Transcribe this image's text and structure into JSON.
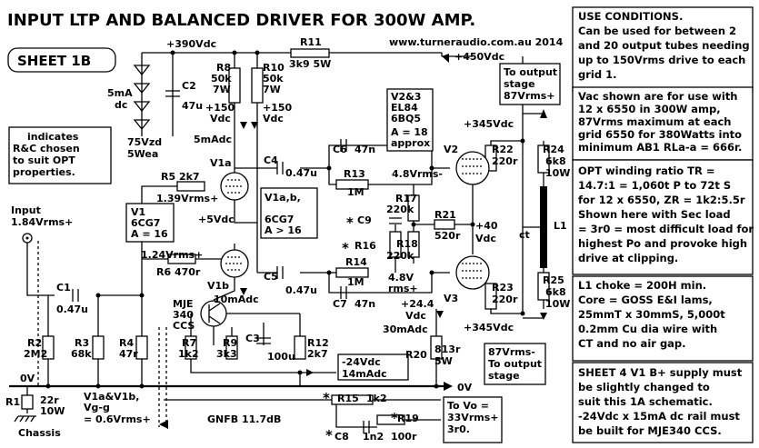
{
  "title": "INPUT LTP AND BALANCED DRIVER FOR 300W AMP.",
  "sheet": "SHEET 1B",
  "website": "www.turneraudio.com.au 2014",
  "rails": {
    "b390": "+390Vdc",
    "b450": "+450Vdc",
    "b345a": "+345Vdc",
    "b345b": "+345Vdc",
    "v5": "+5Vdc",
    "v40a": "+40",
    "v40b": "Vdc",
    "v244a": "+24.4",
    "v244b": "Vdc",
    "zero_left": "0V",
    "zero_right": "0V",
    "neg24a": "-24Vdc",
    "neg24b": "14mAdc"
  },
  "zener": {
    "a": "5mA",
    "b": "dc",
    "c": "75Vzd",
    "d": "5Wea"
  },
  "labels": {
    "R11a": "R11",
    "R11b": "3k9 5W",
    "C2a": "C2",
    "C2b": "47u",
    "R8a": "R8",
    "R8b": "50k",
    "R8c": "7W",
    "R10a": "R10",
    "R10b": "50k",
    "R10c": "7W",
    "v150a1": "+150",
    "v150a2": "Vdc",
    "v150b1": "+150",
    "v150b2": "Vdc",
    "i5mA": "5mAdc",
    "V1a": "V1a",
    "C4": "C4",
    "C4v": "0.47u",
    "C5": "C5",
    "C5v": "0.47u",
    "C6": "C6",
    "C6v": "47n",
    "C7": "C7",
    "C7v": "47n",
    "R13": "R13",
    "R13v": "1M",
    "R14": "R14",
    "R14v": "1M",
    "R5": "R5 2k7",
    "sig139": "1.39Vrms+",
    "sig124": "1.24Vrms+",
    "R6": "R6 470r",
    "V1b": "V1b",
    "i10": "10mAdc",
    "mje1": "MJE",
    "mje2": "340",
    "mje3": "CCS",
    "R7a": "R7",
    "R7b": "1k2",
    "R9a": "R9",
    "R9b": "3k3",
    "C3a": "C3",
    "C3b": "100u",
    "R12a": "R12",
    "R12b": "2k7",
    "R4a": "R4",
    "R4b": "47r",
    "R3a": "R3",
    "R3b": "68k",
    "R2a": "R2",
    "R2b": "2M2",
    "C1a": "C1",
    "C1b": "0.47u",
    "R1a": "R1",
    "R1b": "22r",
    "R1c": "10W",
    "chassis": "Chassis",
    "vg1": "V1a&V1b,",
    "vg2": "Vg-g",
    "vg3": "= 0.6Vrms+",
    "input1": "Input",
    "input2": "1.84Vrms+",
    "V1box1": "V1",
    "V1box2": "6CG7",
    "V1box3": "A = 16",
    "V1ab1": "V1a,b,",
    "V1ab2": "6CG7",
    "V1ab3": "A > 16",
    "V23a": "V2&3",
    "V23b": "EL84",
    "V23c": "6BQ5",
    "V23d": "A = 18",
    "V23e": "approx",
    "V2": "V2",
    "V3": "V3",
    "R22a": "R22",
    "R22b": "220r",
    "R23a": "R23",
    "R23b": "220r",
    "sig48": "4.8Vrms-",
    "sig48b1": "4.8V",
    "sig48b2": "rms+",
    "R17a": "R17",
    "R17b": "220k",
    "R18a": "R18",
    "R18b": "220k",
    "C9": "C9",
    "R16": "R16",
    "R21a": "R21",
    "R21b": "520r",
    "i30": "30mAdc",
    "R20a": "R20",
    "R20b": "813r",
    "R20c": "5W",
    "R15": "R15",
    "R15v": "1k2",
    "C8": "C8",
    "C8v": "1n2",
    "R19": "R19",
    "R19v": "100r",
    "gnfb": "GNFB 11.7dB",
    "vo1": "To Vo =",
    "vo2": "33Vrms+",
    "vo3": "3r0.",
    "out1a": "To output",
    "out1b": "stage",
    "out1c": "87Vrms+",
    "out2a": "87Vrms-",
    "out2b": "To output",
    "out2c": "stage",
    "R24a": "R24",
    "R24b": "6k8",
    "R24c": "10W",
    "R25a": "R25",
    "R25b": "6k8",
    "R25c": "10W",
    "L1": "L1",
    "ct": "ct",
    "note1": "indicates",
    "note2": "R&C chosen",
    "note3": "to suit OPT",
    "note4": "properties."
  },
  "notes": {
    "use": [
      "USE CONDITIONS.",
      "Can be used for between 2",
      "and 20 output tubes needing",
      "up to 150Vrms drive to each",
      "grid 1."
    ],
    "vac": [
      "Vac shown are for use with",
      "12 x 6550 in 300W amp,",
      "87Vrms maximum at each",
      "grid 6550 for 380Watts into",
      "minimum AB1 RLa-a = 666r."
    ],
    "opt": [
      "OPT winding ratio TR =",
      "14.7:1 = 1,060t P to 72t S",
      "for 12 x 6550, ZR = 1k2:5.5r",
      "Shown here with Sec load",
      "= 3r0 = most difficult load for",
      "highest Po and provoke high",
      "drive at clipping."
    ],
    "l1": [
      "L1 choke = 200H min.",
      "Core = GOSS E&I lams,",
      "25mmT x 30mmS, 5,000t",
      "0.2mm Cu dia wire with",
      "CT and no air gap."
    ],
    "sheet4": [
      "SHEET 4 V1 B+ supply must",
      "be slightly changed to",
      "suit this 1A schematic.",
      "-24Vdc x 15mA dc rail must",
      "be built for MJE340 CCS."
    ]
  }
}
